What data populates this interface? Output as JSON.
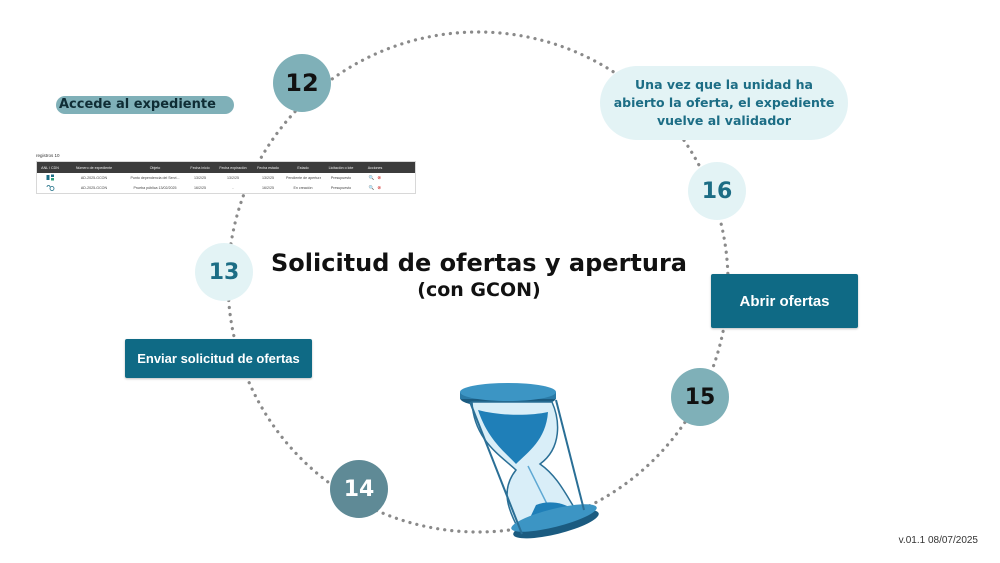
{
  "title": {
    "line1": "Solicitud de ofertas y apertura",
    "line2": "(con GCON)"
  },
  "steps": [
    {
      "number": "12"
    },
    {
      "number": "13"
    },
    {
      "number": "14"
    },
    {
      "number": "15"
    },
    {
      "number": "16"
    }
  ],
  "labels": {
    "accede": "Accede al expediente",
    "bubble": "Una vez que la unidad ha abierto la oferta, el expediente vuelve al validador"
  },
  "buttons": {
    "enviar": "Enviar solicitud de ofertas",
    "abrir": "Abrir ofertas"
  },
  "version": "v.01.1 08/07/2025",
  "mini_table": {
    "caption": "registros 10",
    "headers": [
      "ANL / CDN",
      "Número de expediente",
      "Objeto",
      "Fecha inicio",
      "Fecha expiración",
      "Fecha estado",
      "Estado",
      "Licitación o lote",
      "Acciones"
    ],
    "rows": [
      [
        "AD-2025-GCON",
        "Punto dependencia del Servi...",
        "13/2/25",
        "13/2/25",
        "13/2/25",
        "Pendiente de apertura",
        "Presupuesto"
      ],
      [
        "AD-2025-GCON",
        "Prueba pública 13/02/2025",
        "16/2/25",
        "-",
        "16/2/25",
        "En creación",
        "Presupuesto"
      ]
    ],
    "actions": {
      "search": "🔍",
      "cancel": "⊗"
    }
  },
  "colors": {
    "teal_dark": "#0f6a85",
    "teal_light": "#e3f3f5",
    "teal_mid": "#7fb0b8",
    "teal_slate": "#5f8a96",
    "dots": "#8a8a8a"
  },
  "icons": {
    "hourglass": "hourglass-icon"
  }
}
